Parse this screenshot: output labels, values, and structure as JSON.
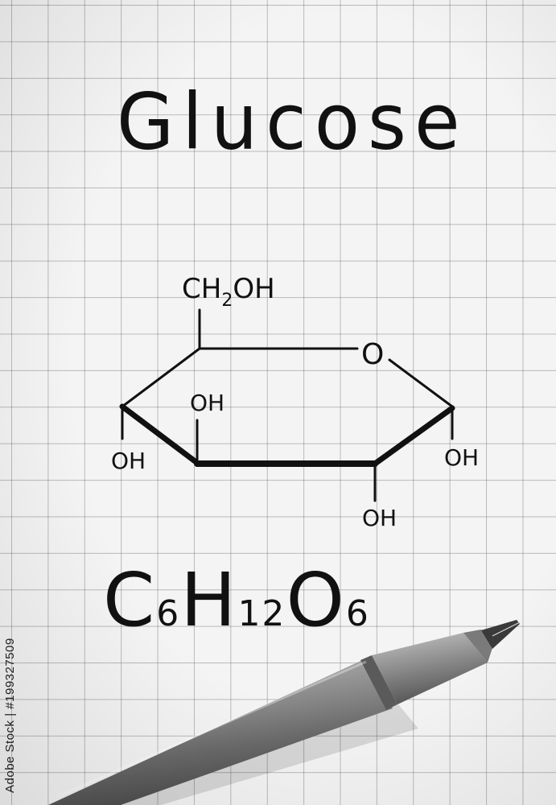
{
  "title": "Glucose",
  "structure": {
    "top_substituent": "CH2OH",
    "ring_oxygen": "O",
    "hydroxyls": [
      "OH",
      "OH",
      "OH",
      "OH"
    ]
  },
  "formula": {
    "c": "C",
    "c_sub": "6",
    "h": "H",
    "h_sub": "12",
    "o": "O",
    "o_sub": "6"
  },
  "watermark": "Adobe Stock | #199327509",
  "colors": {
    "paper": "#f4f4f4",
    "ink": "#111111",
    "pen": "#8a8a8a"
  }
}
